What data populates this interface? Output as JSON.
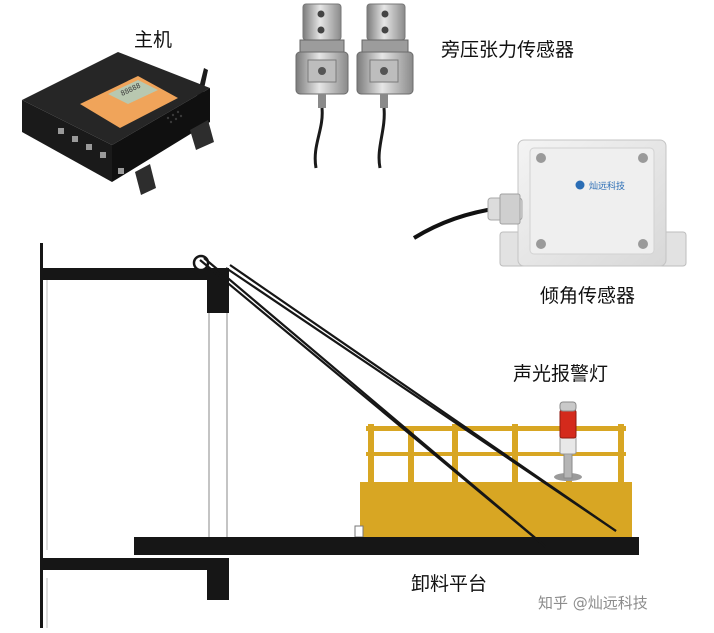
{
  "labels": {
    "host": "主机",
    "tension_sensor": "旁压张力传感器",
    "tilt_sensor": "倾角传感器",
    "alarm_light": "声光报警灯",
    "platform": "卸料平台"
  },
  "device": {
    "host_screen_digits": "88888",
    "tilt_box_brand": "灿远科技"
  },
  "watermark": "知乎 @灿远科技",
  "colors": {
    "platform_yellow": "#d8a623",
    "structure_black": "#161616",
    "host_orange": "#f0a45a",
    "alarm_red": "#d42a1c"
  }
}
